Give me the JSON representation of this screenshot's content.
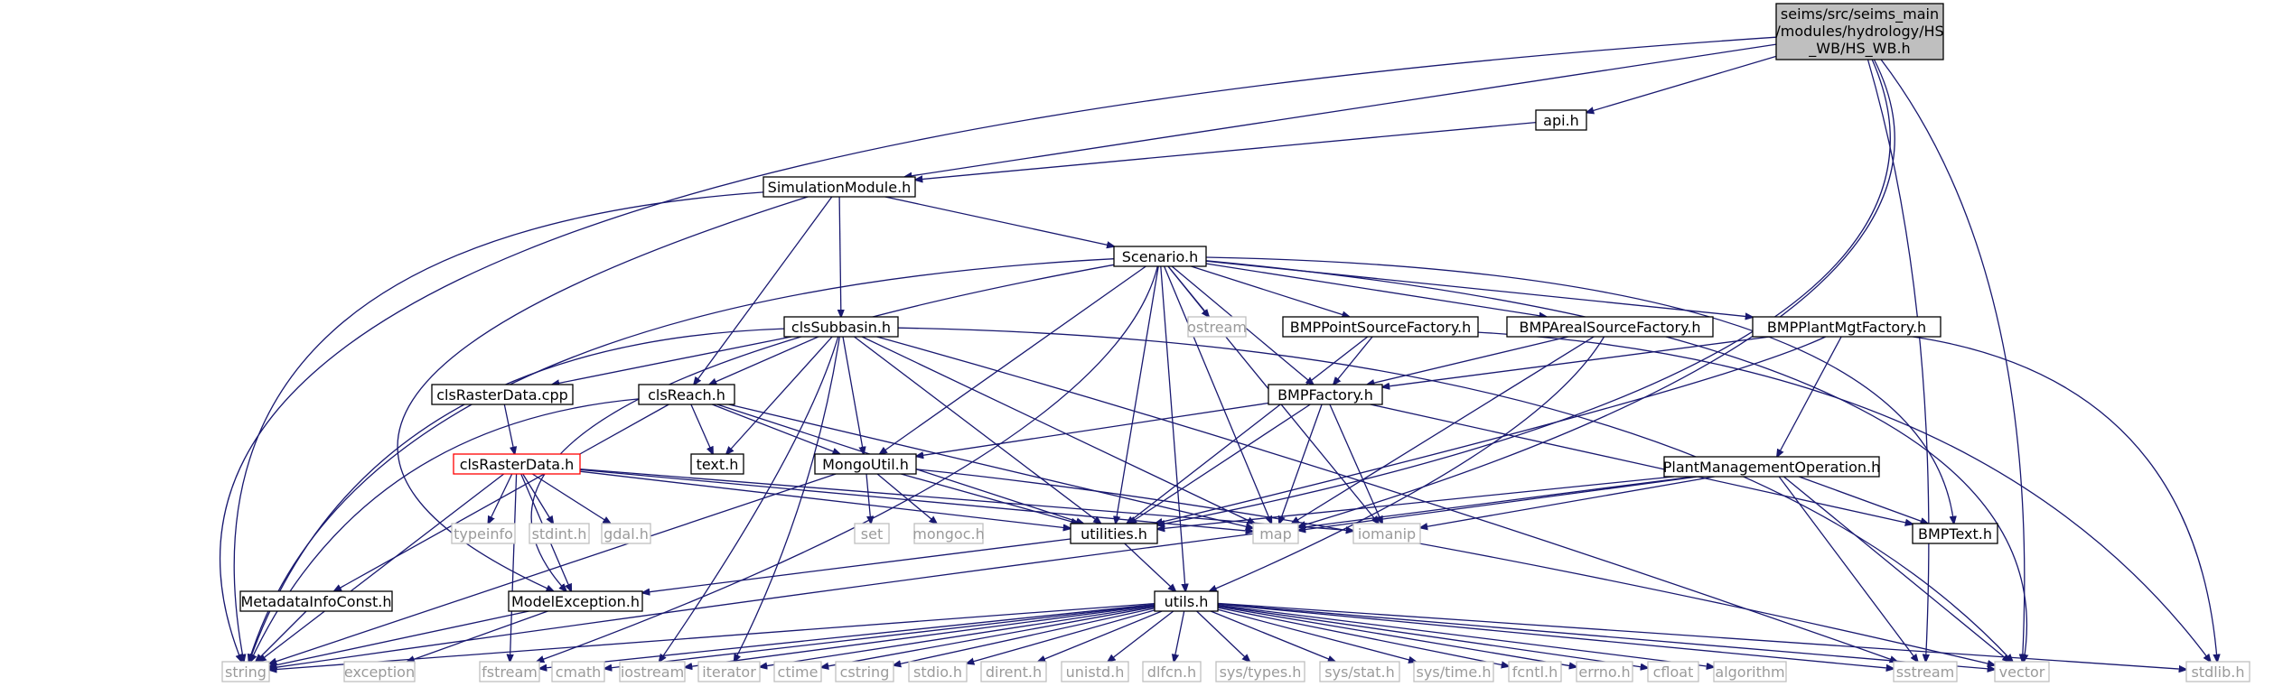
{
  "graph": {
    "colors": {
      "edge": "#191970",
      "root_fill": "#bfbfbf",
      "node_border": "#000000",
      "external_border": "#bfbfbf",
      "external_text": "#9a9a9a",
      "highlight_border": "#ff0000"
    },
    "root": {
      "line1": "seims/src/seims_main",
      "line2": "/modules/hydrology/HS",
      "line3": "_WB/HS_WB.h"
    },
    "nodes": {
      "api": "api.h",
      "simmod": "SimulationModule.h",
      "scenario": "Scenario.h",
      "subbasin": "clsSubbasin.h",
      "ostream": "ostream",
      "pointsrc": "BMPPointSourceFactory.h",
      "arealsrc": "BMPArealSourceFactory.h",
      "plantmgt": "BMPPlantMgtFactory.h",
      "rastercpp": "clsRasterData.cpp",
      "reach": "clsReach.h",
      "bmpfactory": "BMPFactory.h",
      "rasterh": "clsRasterData.h",
      "text": "text.h",
      "mongoutil": "MongoUtil.h",
      "plantop": "PlantManagementOperation.h",
      "typeinfo": "typeinfo",
      "stdint": "stdint.h",
      "gdal": "gdal.h",
      "set": "set",
      "mongoc": "mongoc.h",
      "utilities": "utilities.h",
      "map": "map",
      "iomanip": "iomanip",
      "bmptext": "BMPText.h",
      "metadata": "MetadataInfoConst.h",
      "modelexc": "ModelException.h",
      "utils": "utils.h",
      "string": "string",
      "exception": "exception",
      "fstream": "fstream",
      "cmath": "cmath",
      "iostream": "iostream",
      "iterator": "iterator",
      "ctime": "ctime",
      "cstring": "cstring",
      "stdio": "stdio.h",
      "dirent": "dirent.h",
      "unistd": "unistd.h",
      "dlfcn": "dlfcn.h",
      "systypes": "sys/types.h",
      "sysstat": "sys/stat.h",
      "systime": "sys/time.h",
      "fcntl": "fcntl.h",
      "errno": "errno.h",
      "cfloat": "cfloat",
      "algorithm": "algorithm",
      "sstream": "sstream",
      "vector": "vector",
      "stdlib": "stdlib.h"
    }
  }
}
